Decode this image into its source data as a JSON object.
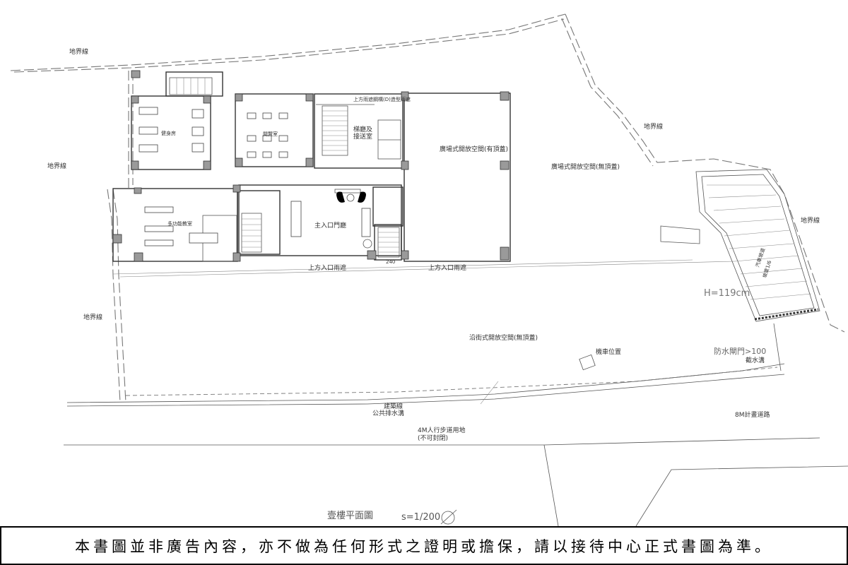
{
  "plan": {
    "property_line_label": "地界線",
    "building_line_label": "建築線",
    "public_drain_label": "公共排水溝",
    "walkway_label": "4M人行步道用地",
    "walkway_note": "(不可封閉)",
    "road_label": "8M計畫道路",
    "gym_label": "健身房",
    "reading_room_label": "閱覽室",
    "multi_room_label": "多功能教室",
    "lobby_label": "主入口門廳",
    "mailroom_label": "梯廳及\n接送室",
    "canopy_label_1": "上方入口雨遮",
    "canopy_label_2": "上方入口雨遮",
    "plaza_covered_label": "廣場式開放空間(有頂蓋)",
    "plaza_open_label": "廣場式開放空間(無頂蓋)",
    "street_open_label": "沿街式開放空間(無頂蓋)",
    "ramp_label": "汽車坡道",
    "ramp_slope": "坡度1/6",
    "height_label": "H=119cm",
    "floodgate_label": "防水閘門>100",
    "trench_label": "截水溝",
    "bike_label": "機車位置",
    "top_canopy_label": "上方雨遮鋼構(D)造型雨遮",
    "drawing_title": "壹樓平面圖",
    "scale_label": "s=1/200",
    "dim_240": "240"
  },
  "disclaimer": "本書圖並非廣告內容，亦不做為任何形式之證明或擔保，請以接待中心正式書圖為準。"
}
